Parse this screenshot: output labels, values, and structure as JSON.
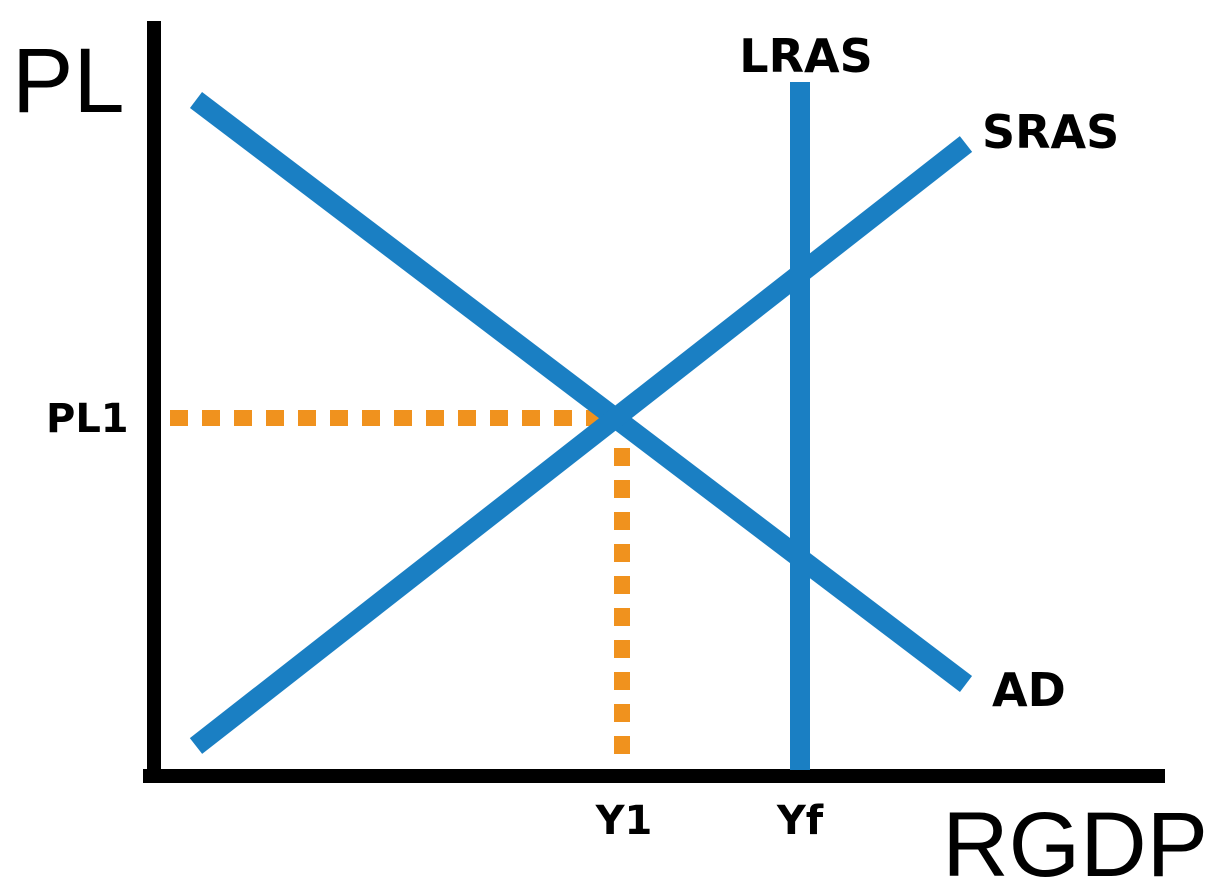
{
  "diagram": {
    "axes": {
      "y_title": "PL",
      "x_title": "RGDP"
    },
    "curves": {
      "lras": {
        "label": "LRAS"
      },
      "sras": {
        "label": "SRAS"
      },
      "ad": {
        "label": "AD"
      }
    },
    "equilibrium": {
      "price_level_label": "PL1",
      "output_label": "Y1"
    },
    "full_employment_output_label": "Yf",
    "colors": {
      "curves": "#1a7fc3",
      "guides": "#f0921e",
      "axes": "#000000",
      "background": "#ffffff"
    }
  }
}
